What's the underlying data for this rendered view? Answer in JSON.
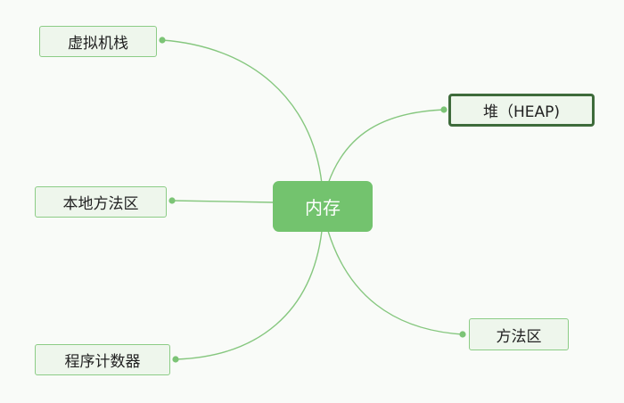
{
  "mindmap": {
    "root": {
      "label": "内存"
    },
    "left_branches": [
      {
        "id": "vm-stack",
        "label": "虚拟机栈"
      },
      {
        "id": "native-method-area",
        "label": "本地方法区"
      },
      {
        "id": "program-counter",
        "label": "程序计数器"
      }
    ],
    "right_branches": [
      {
        "id": "heap",
        "label": "堆（HEAP)",
        "selected": true
      },
      {
        "id": "method-area",
        "label": "方法区"
      }
    ]
  },
  "colors": {
    "background": "#f9fbf8",
    "connector": "#86c77f",
    "root_fill": "#73c36e",
    "node_fill": "#eef6ec",
    "node_border": "#8ccc86",
    "selected_border": "#3e6b3b"
  }
}
